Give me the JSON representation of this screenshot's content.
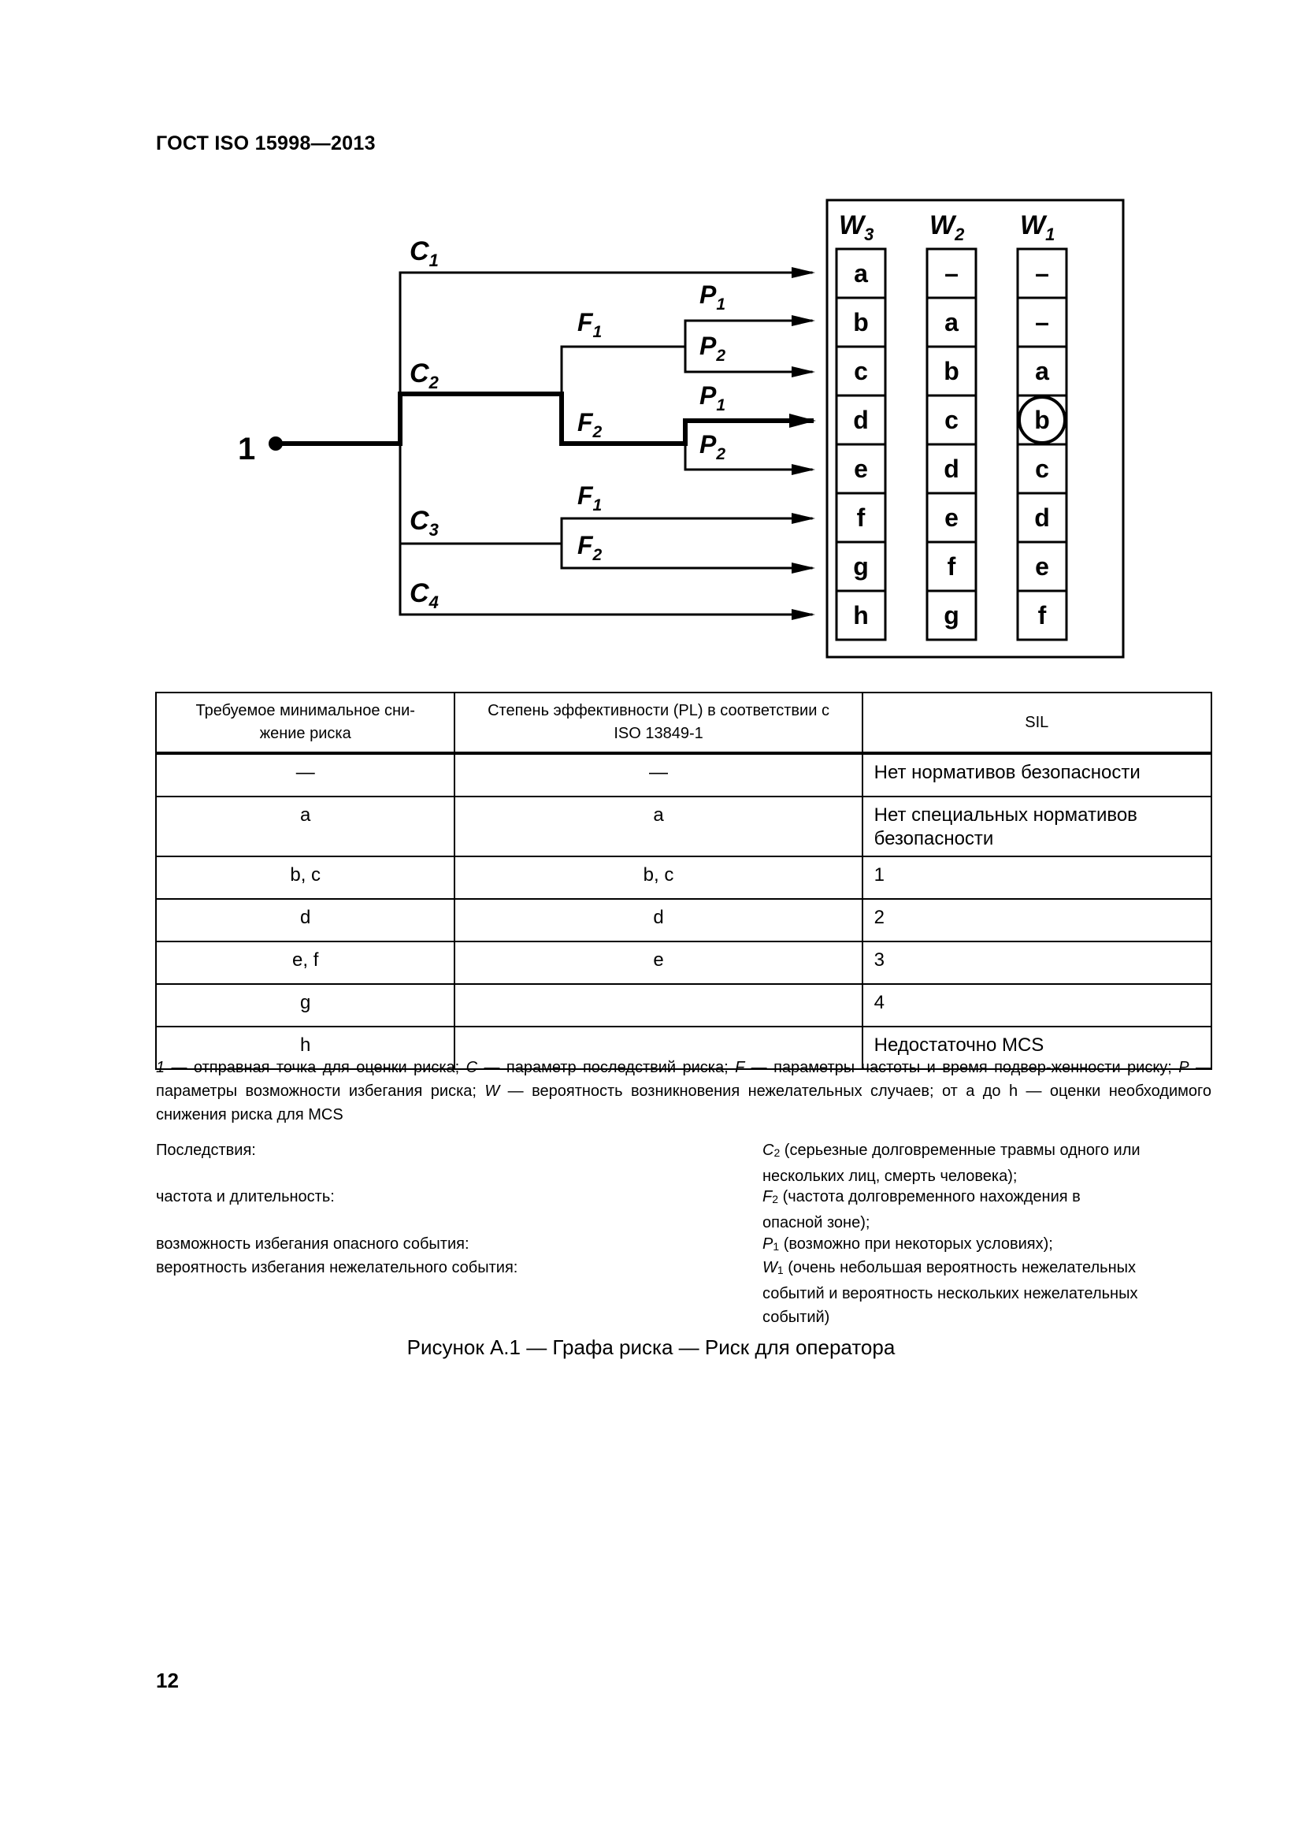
{
  "header": {
    "title": "ГОСТ ISO 15998—2013"
  },
  "diagram": {
    "start_label": "1",
    "branches": {
      "C1": {
        "letter": "C",
        "sub": "1"
      },
      "C2": {
        "letter": "C",
        "sub": "2"
      },
      "C3": {
        "letter": "C",
        "sub": "3"
      },
      "C4": {
        "letter": "C",
        "sub": "4"
      },
      "F1a": {
        "letter": "F",
        "sub": "1"
      },
      "F2a": {
        "letter": "F",
        "sub": "2"
      },
      "F1b": {
        "letter": "F",
        "sub": "1"
      },
      "F2b": {
        "letter": "F",
        "sub": "2"
      },
      "P1a": {
        "letter": "P",
        "sub": "1"
      },
      "P2a": {
        "letter": "P",
        "sub": "2"
      },
      "P1b": {
        "letter": "P",
        "sub": "1"
      },
      "P2b": {
        "letter": "P",
        "sub": "2"
      }
    },
    "columns": [
      {
        "letter": "W",
        "sub": "3",
        "cells": [
          "a",
          "b",
          "c",
          "d",
          "e",
          "f",
          "g",
          "h"
        ]
      },
      {
        "letter": "W",
        "sub": "2",
        "cells": [
          "–",
          "a",
          "b",
          "c",
          "d",
          "e",
          "f",
          "g"
        ]
      },
      {
        "letter": "W",
        "sub": "1",
        "cells": [
          "–",
          "–",
          "a",
          "b",
          "c",
          "d",
          "e",
          "f"
        ]
      }
    ],
    "highlighted": {
      "column": 2,
      "row": 3
    }
  },
  "table": {
    "headers": [
      "Требуемое минимальное сни-\nжение риска",
      "Степень эффективности (PL) в соответствии с\nISO 13849-1",
      "SIL"
    ],
    "rows": [
      [
        "—",
        "—",
        "Нет нормативов безопасности"
      ],
      [
        "a",
        "a",
        "Нет специальных нормативов\nбезопасности"
      ],
      [
        "b, c",
        "b, c",
        "1"
      ],
      [
        "d",
        "d",
        "2"
      ],
      [
        "e, f",
        "e",
        "3"
      ],
      [
        "g",
        "",
        "4"
      ],
      [
        "h",
        "",
        "Недостаточно MCS"
      ]
    ]
  },
  "legend": {
    "k1": "1",
    "t1": " — отправная точка для оценки риска; ",
    "k2": "C",
    "t2": " — параметр последствий риска; ",
    "k3": "F",
    "t3": " — параметры частоты и время подвер-женности риску; ",
    "k4": "P",
    "t4": " — параметры возможности избегания риска; ",
    "k5": "W",
    "t5": " — вероятность возникновения нежелательных случаев; от a до h — оценки необходимого снижения риска для MCS",
    "rows": [
      {
        "label": "Последствия:",
        "sym": "C",
        "sub": "2",
        "text": " (серьезные долговременные травмы одного или нескольких лиц, смерть человека);"
      },
      {
        "label": "частота и длительность:",
        "sym": "F",
        "sub": "2",
        "text": " (частота долговременного нахождения в опасной зоне);"
      },
      {
        "label": "возможность избегания опасного события:",
        "sym": "P",
        "sub": "1",
        "text": " (возможно при некоторых условиях);"
      },
      {
        "label": "вероятность избегания нежелательного события:",
        "sym": "W",
        "sub": "1",
        "text": " (очень небольшая вероятность нежелательных событий и вероятность нескольких нежелательных событий)"
      }
    ]
  },
  "caption": "Рисунок А.1 — Графа риска — Риск для оператора",
  "page_number": "12"
}
